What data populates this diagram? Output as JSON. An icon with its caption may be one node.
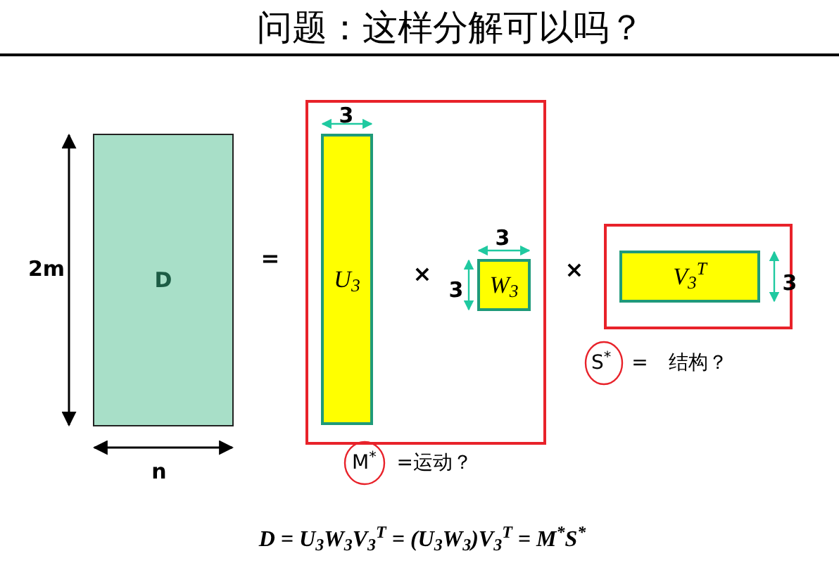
{
  "diagram": {
    "title": "问题：这样分解可以吗？",
    "nodes": [
      {
        "text": [
          "D"
        ]
      },
      {
        "text": [],
        "shape": "box",
        "beside": [
          "M$^{*}$ =运动？"
        ]
      },
      {
        "text": [
          "U$_{3}$"
        ],
        "in": 1
      },
      {
        "text": [
          "W$_{3}$"
        ],
        "in": 1
      },
      {
        "text": [],
        "shape": "box",
        "beside": [
          "S$^{*}$ = 结构？"
        ]
      },
      {
        "text": [
          "V$_{3}$$^{T}$"
        ],
        "in": 4
      }
    ],
    "labels": [
      "3",
      "3",
      "=",
      "2m",
      "×",
      "×",
      "3",
      "3",
      "n",
      "D = U$_{3}$W$_{3}$V$_{3}$$^{T}$ = (U$_{3}$W$_{3}$)V$_{3}$$^{T}$ = M$^{*}$S$^{*}$"
    ]
  }
}
